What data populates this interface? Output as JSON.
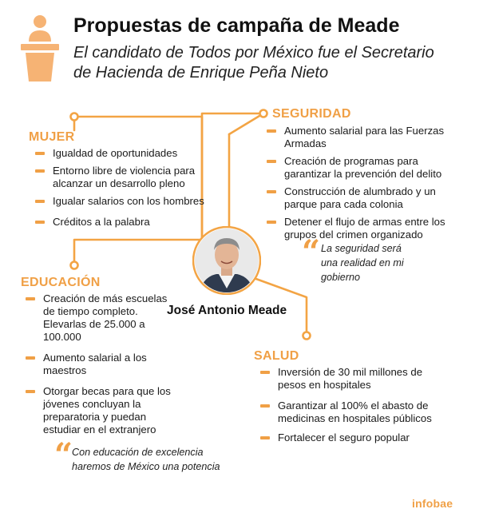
{
  "colors": {
    "accent": "#f0a046",
    "line": "#f3a444",
    "icon": "#f6b374"
  },
  "icons": {
    "podium": "podium-speaker-icon",
    "quote": "quote-mark-icon",
    "portrait": "candidate-photo"
  },
  "header": {
    "title": "Propuestas de campaña de Meade",
    "subtitle_line1": "El candidato de Todos por México fue el Secretario",
    "subtitle_line2": "de Hacienda de Enrique Peña Nieto"
  },
  "center": {
    "name": "José Antonio Meade"
  },
  "mujer": {
    "title": "MUJER",
    "items": [
      "Igualdad de oportunidades",
      "Entorno libre de violencia para alcanzar un desarrollo pleno",
      "Igualar salarios con los hombres",
      "Créditos a la palabra"
    ]
  },
  "seguridad": {
    "title": "SEGURIDAD",
    "items": [
      "Aumento salarial para las Fuerzas Armadas",
      "Creación de programas para garantizar la prevención del delito",
      "Construcción de alumbrado y un parque para cada colonia",
      "Detener el flujo de armas entre los grupos del crimen organizado"
    ],
    "quote": "La seguridad será una realidad en mi gobierno"
  },
  "educacion": {
    "title": "EDUCACIÓN",
    "items": [
      "Creación de más escuelas de tiempo completo. Elevarlas de 25.000 a 100.000",
      "Aumento salarial a los maestros",
      "Otorgar becas para que los jóvenes concluyan la preparatoria y puedan estudiar en el extranjero"
    ],
    "quote": "Con educación de excelencia haremos de México una potencia"
  },
  "salud": {
    "title": "SALUD",
    "items": [
      "Inversión de 30 mil millones de pesos en hospitales",
      "Garantizar al 100% el abasto de medicinas en hospitales públicos",
      "Fortalecer el seguro popular"
    ]
  },
  "footer": {
    "logo": "infobae"
  }
}
